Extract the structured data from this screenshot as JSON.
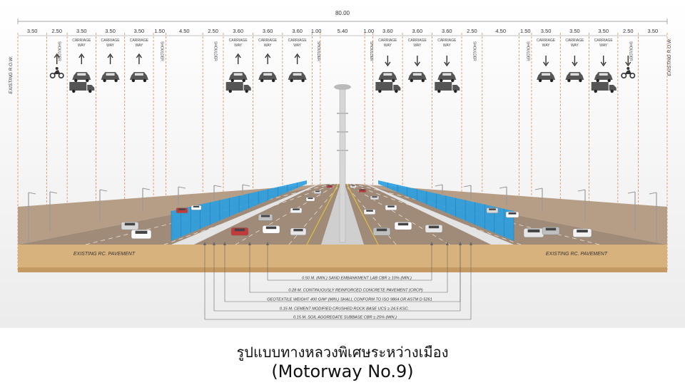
{
  "total_width": "80.00",
  "lane_widths": [
    "3.50",
    "2.50",
    "3.50",
    "3.50",
    "3.50",
    "1.50",
    "4.50",
    "2.50",
    "3.60",
    "3.60",
    "3.60",
    "1.00",
    "5.40",
    "1.00",
    "3.60",
    "3.60",
    "3.60",
    "2.50",
    "4.50",
    "1.50",
    "3.50",
    "3.50",
    "3.50",
    "2.50",
    "3.50"
  ],
  "lane_labels": [
    "",
    "SHOULDER",
    "CARRIAGE\nWAY",
    "CARRIAGE\nWAY",
    "CARRIAGE\nWAY",
    "SHOULDER",
    "",
    "SHOULDER",
    "CARRIAGE\nWAY",
    "CARRIAGE\nWAY",
    "CARRIAGE\nWAY",
    "SHOULDER",
    "",
    "SHOULDER",
    "CARRIAGE\nWAY",
    "CARRIAGE\nWAY",
    "CARRIAGE\nWAY",
    "SHOULDER",
    "",
    "SHOULDER",
    "CARRIAGE\nWAY",
    "CARRIAGE\nWAY",
    "CARRIAGE\nWAY",
    "SHOULDER",
    ""
  ],
  "row_label": "EXISTING R.O.W.",
  "existing_pavement": "EXISTING RC. PAVEMENT",
  "layers": [
    "0.50 M. (MIN.) SAND EMBANKMENT LAB CBR ≥ 10% (MIN.)",
    "0.28 M. CONTINUOUSLY REINFORCED CONCRETE PAVEMENT (CRCP)",
    "GEOTEXTILE WEIGHT 400 G/M² (MIN.) SHALL CONFORM TO ISO 9864 OR ASTM D 5261",
    "0.15 M. CEMENT MODIFIED CRUSHED ROCK BASE UCS ≥ 24.5 KSC.",
    "0.15 M. SOIL AGGREGATE SUBBASE CBR ≥ 25% (MIN.)"
  ],
  "caption_thai": "รูปแบบทางหลวงพิเศษระหว่างเมือง",
  "caption_en": "(Motorway No.9)",
  "colors": {
    "dim_line": "#e07a3a",
    "barrier": "#2a9fe0",
    "pavement": "#a08a78",
    "embankment": "#d8b27c",
    "sky": "#f2f2f2"
  },
  "icons": [
    "up-arrow-icon",
    "down-arrow-icon",
    "car-icon",
    "truck-icon",
    "motorcycle-icon",
    "street-light-icon"
  ]
}
